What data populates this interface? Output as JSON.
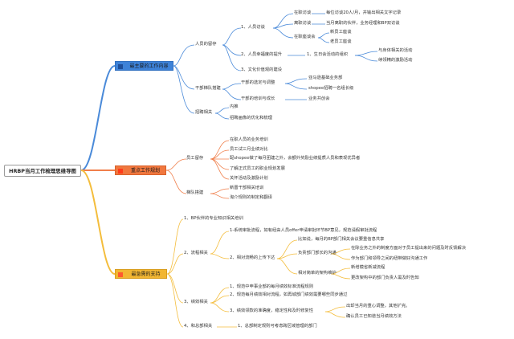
{
  "root": "HRBP当月工作梳理思维导图",
  "colors": {
    "cat1": "#3d82d8",
    "cat2": "#f0773e",
    "cat3": "#f2b632",
    "cat1_line": "#4a8ad9",
    "cat2_line": "#f07f4b",
    "cat3_line": "#f4bd3c",
    "flag": "#ff5a2e"
  },
  "cat1": {
    "label": "最主要的工作内容",
    "retain": {
      "label": "人员的留存",
      "interviews": {
        "label": "1、人员访谈",
        "items": [
          {
            "label": "在职访谈",
            "note": "每位访谈20人/月，并输出相关文字记录"
          },
          {
            "label": "离职访谈",
            "note": "当月离职的伙伴，业务经理和BP双访谈"
          },
          {
            "label": "在职座谈会",
            "subs": [
              "新员工座谈",
              "老员工座谈"
            ]
          }
        ]
      },
      "happiness": {
        "label": "2、人员幸福度的提升",
        "mid": "1、生日会活动的组织",
        "ends": [
          "与身体相关的活动",
          "续领精的激励活动"
        ]
      },
      "culture": "3、文化价值观的建设"
    },
    "cadre": {
      "label": "干部梯队搭建",
      "select": {
        "label": "干部的选定与调整",
        "subs": [
          "亚马逊基础业务部",
          "shopee招聘一名组长级"
        ]
      },
      "train": {
        "label": "干部的培训与成长",
        "subs": [
          "业务共创会"
        ]
      }
    },
    "recruit": {
      "label": "招聘相关",
      "items": [
        "内推",
        "招聘画像的优化和梳理"
      ]
    }
  },
  "cat2": {
    "label": "重点工作规划",
    "retain": {
      "label": "员工留存",
      "items": [
        "在职人员的业务培训",
        "员工试三月业绩对比",
        "配shopee做了每月团建之外，会额外奖励业绩提质人员和表现优异者",
        "了解正式员工的职业规划发展",
        "关怀活动及激励计划"
      ]
    },
    "cadre": {
      "label": "梯队搭建",
      "items": [
        "新晋干部相关培训",
        "淘介规则的制定和翻译"
      ]
    }
  },
  "cat3": {
    "label": "最急需的支持",
    "s1": "1、BP伙伴的专业知识相关培训",
    "s2": {
      "label": "2、流程相关",
      "a": "1-系统审批流程，如有经由人员offer申请审批环节BP意见，规范请假审批流程",
      "b": {
        "label": "2、相对流畅的上传下达",
        "mid_a": "比如说，每月的BP部门相关会议要重信息共享",
        "mid_b": {
          "label": "负责部门部长的沟通",
          "subs": [
            "在除业务之外的制度方面对于员工提出来的问题及时反馈解决",
            "作为部门和领导之间的纽带做好沟通工作"
          ]
        },
        "mid_c": {
          "label": "相对简单的架构维护",
          "subs": [
            "新增模省新减流程",
            "更改架构中的部门负责人需及时告知"
          ]
        }
      }
    },
    "s3": {
      "label": "3、绩效相关",
      "items": [
        "1、规范中申事业部的每月绩效标准流程规则",
        "2、规范每月绩效相对流程，如再城部门绩效需要哪些同步通过"
      ],
      "c": {
        "label": "3、绩效领款的准确度，稳定性和及时修复性",
        "subs": [
          "出却当月的重心调整，其他扩完。",
          "确认员工已知道当月绩效方法"
        ]
      }
    },
    "s4": {
      "label": "4、和总部相关",
      "note": "1、总部制定规则可考虑跨区域管理的部门"
    }
  }
}
